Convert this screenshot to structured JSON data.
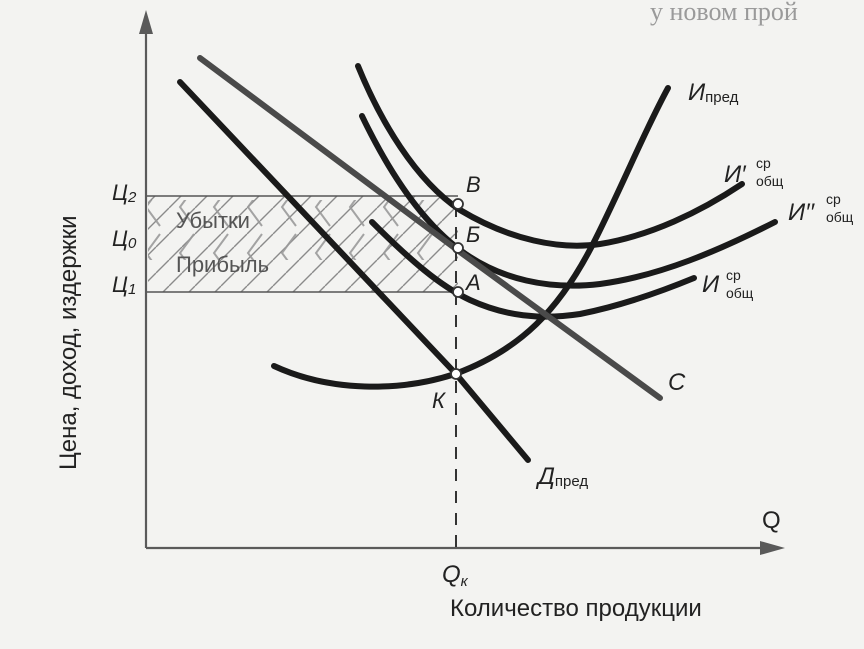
{
  "axes": {
    "y_label": "Цена, доход, издержки",
    "x_label": "Количество продукции",
    "x_arrow_label": "Q"
  },
  "price_levels": {
    "p2": "Ц",
    "p2_sub": "2",
    "p0": "Ц",
    "p0_sub": "0",
    "p1": "Ц",
    "p1_sub": "1"
  },
  "quantity": {
    "main": "Q",
    "sub": "к"
  },
  "regions": {
    "loss": "Убытки",
    "profit": "Прибыль"
  },
  "points": {
    "v": "В",
    "b": "Б",
    "a": "А",
    "k": "К"
  },
  "curves": {
    "marginal_cost": {
      "main": "И",
      "sub": "пред"
    },
    "avg_total_1": {
      "main": "И",
      "prime": "′",
      "sup": "ср",
      "sub": "общ"
    },
    "avg_total_2": {
      "main": "И",
      "prime": "′′",
      "sup": "ср",
      "sub": "общ"
    },
    "avg_total_0": {
      "main": "И",
      "prime": "",
      "sup": "ср",
      "sub": "общ"
    },
    "demand": {
      "main": "С"
    },
    "marginal_revenue": {
      "main": "Д",
      "sub": "пред"
    }
  },
  "background_text": "у новом прой"
}
